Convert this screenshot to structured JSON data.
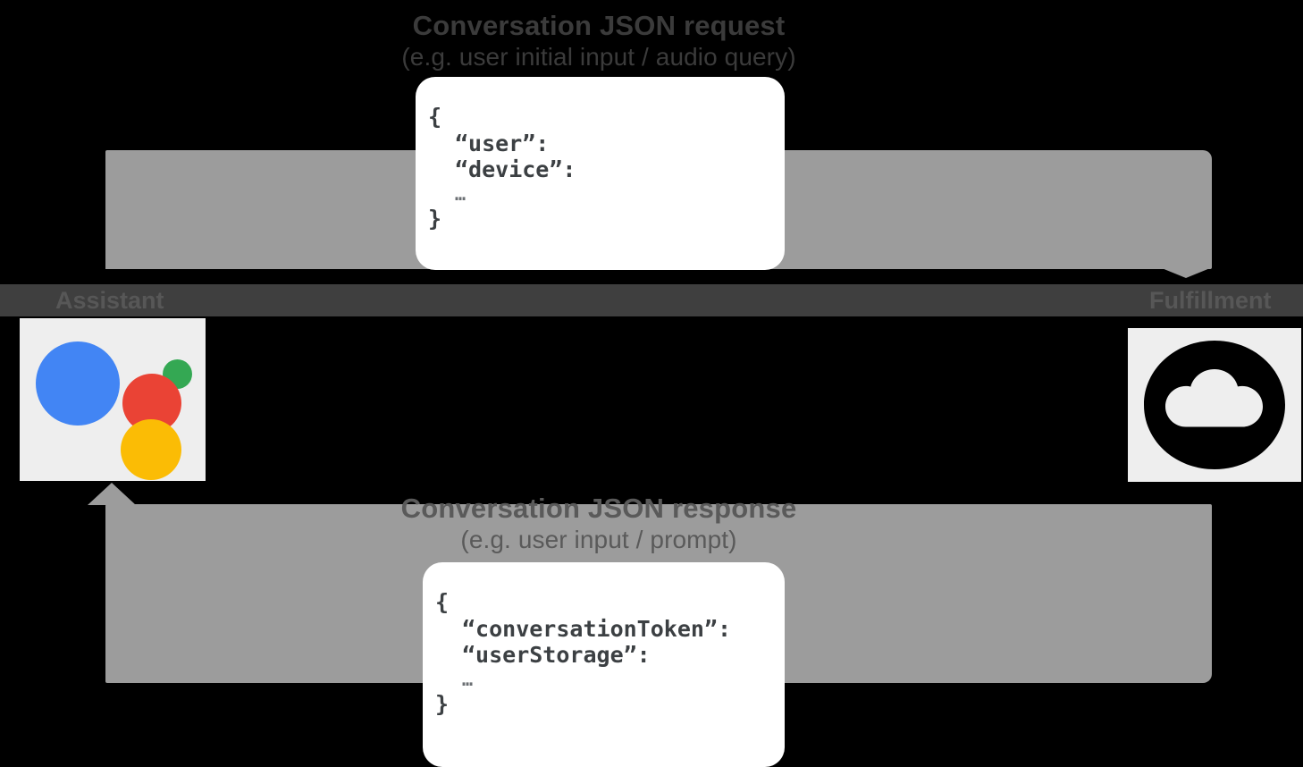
{
  "diagram": {
    "title_request": "Conversation JSON request",
    "subtitle_request": "(e.g. user initial input / audio query)",
    "title_response": "Conversation JSON response",
    "subtitle_response": "(e.g. user input / prompt)",
    "rail": {
      "left_label": "Assistant",
      "right_label": "Fulfillment"
    },
    "endpoints": {
      "assistant_icon": "google-assistant-icon",
      "fulfillment_icon": "cloud-icon"
    },
    "request_payload": {
      "open_brace": "{",
      "keys": [
        "“user”:",
        "“device”:"
      ],
      "ellipsis": "…",
      "close_brace": "}"
    },
    "response_payload": {
      "open_brace": "{",
      "keys": [
        "“conversationToken”:",
        "“userStorage”:"
      ],
      "ellipsis": "…",
      "close_brace": "}"
    },
    "colors": {
      "background": "#000000",
      "band": "#9c9c9c",
      "rail": "#3f3f3f",
      "card": "#ffffff",
      "tile": "#eeeeee",
      "assistant_blue": "#4285f4",
      "assistant_red": "#ea4335",
      "assistant_yellow": "#fbbc05",
      "assistant_green": "#34a853"
    }
  }
}
